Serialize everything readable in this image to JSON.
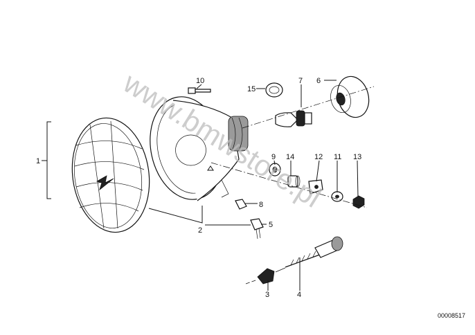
{
  "diagram": {
    "watermark": "www.bmwstore.pl",
    "drawing_code": "00008517",
    "callouts": [
      {
        "id": "1",
        "text": "1"
      },
      {
        "id": "2",
        "text": "2"
      },
      {
        "id": "3",
        "text": "3"
      },
      {
        "id": "4",
        "text": "4"
      },
      {
        "id": "5",
        "text": "5"
      },
      {
        "id": "6",
        "text": "6"
      },
      {
        "id": "7",
        "text": "7"
      },
      {
        "id": "8",
        "text": "8"
      },
      {
        "id": "9",
        "text": "9"
      },
      {
        "id": "10",
        "text": "10"
      },
      {
        "id": "11",
        "text": "11"
      },
      {
        "id": "12",
        "text": "12"
      },
      {
        "id": "13",
        "text": "13"
      },
      {
        "id": "14",
        "text": "14"
      },
      {
        "id": "15",
        "text": "15"
      }
    ]
  }
}
